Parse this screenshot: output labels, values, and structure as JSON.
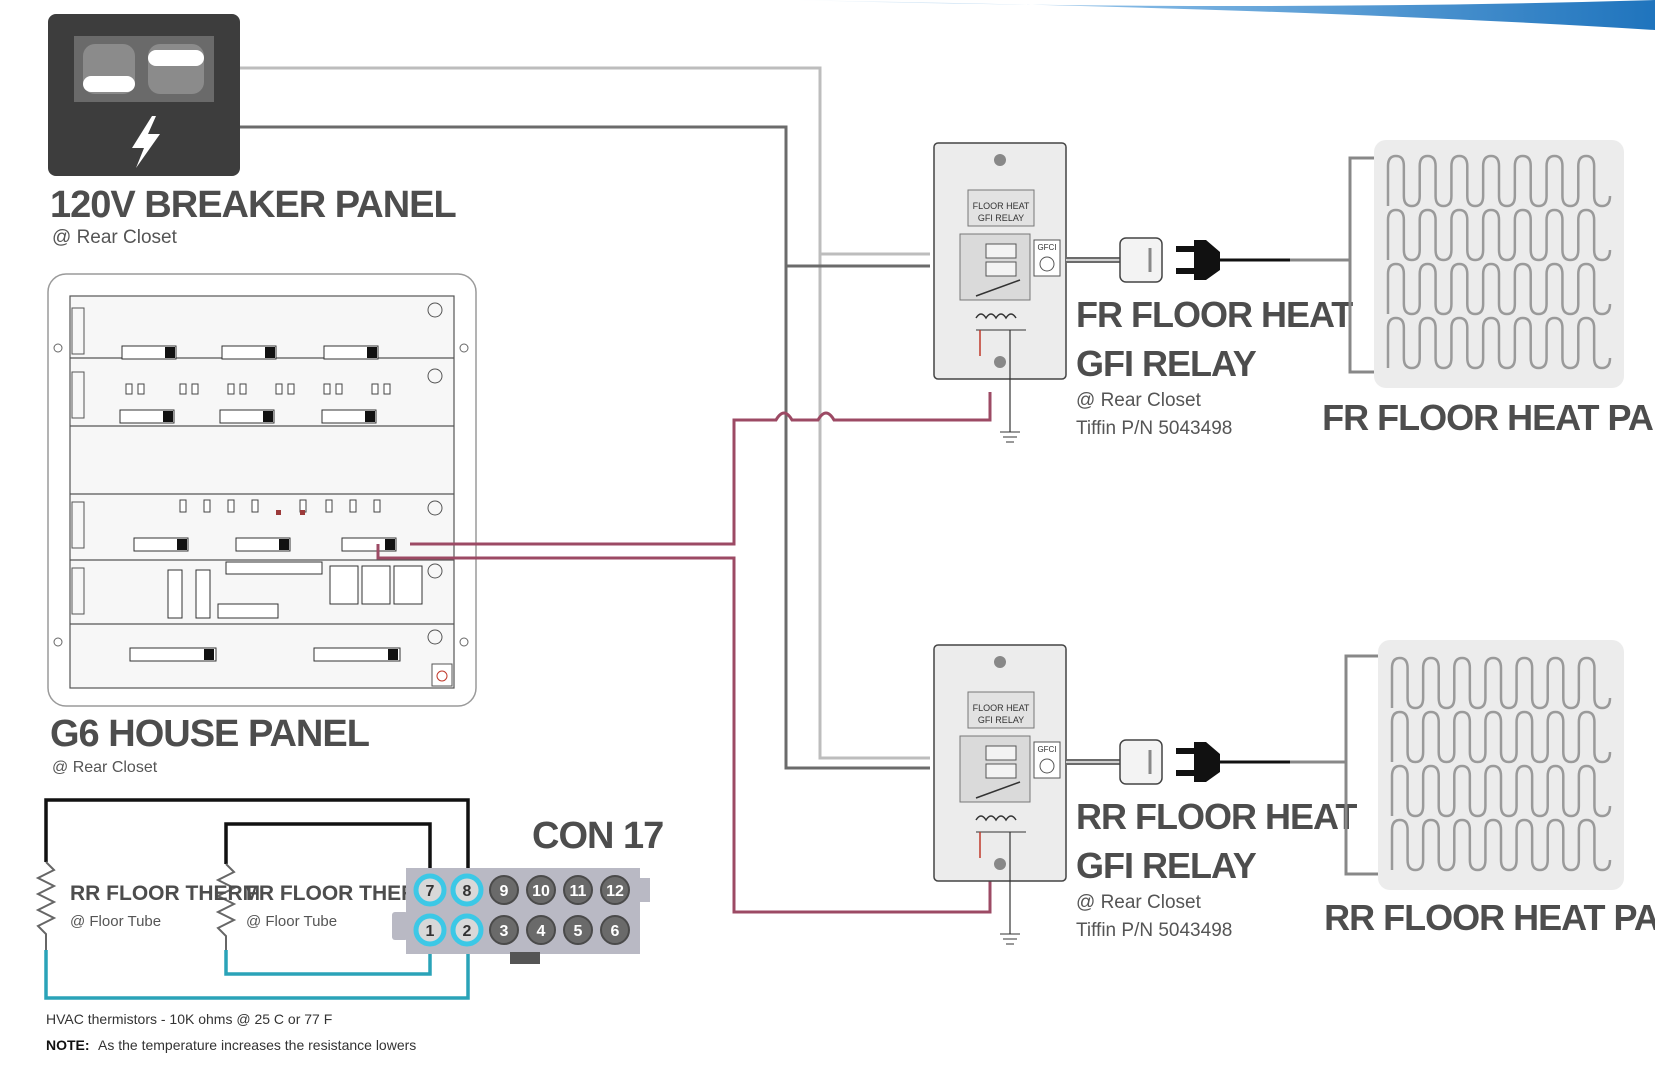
{
  "breaker_panel": {
    "title": "120V BREAKER PANEL",
    "location": "@ Rear Closet"
  },
  "house_panel": {
    "title": "G6 HOUSE PANEL",
    "location": "@ Rear Closet"
  },
  "connector": {
    "title": "CON 17",
    "top_pins": [
      "7",
      "8",
      "9",
      "10",
      "11",
      "12"
    ],
    "bottom_pins": [
      "1",
      "2",
      "3",
      "4",
      "5",
      "6"
    ]
  },
  "thermistors": [
    {
      "title": "RR FLOOR THERM",
      "location": "@ Floor Tube"
    },
    {
      "title": "FR FLOOR THERM",
      "location": "@ Floor Tube"
    }
  ],
  "relays": [
    {
      "line1": "FR FLOOR HEAT",
      "line2": "GFI RELAY",
      "location": "@ Rear Closet",
      "part": "Tiffin P/N 5043498",
      "face_line1": "FLOOR HEAT",
      "face_line2": "GFI RELAY",
      "gfci": "GFCI"
    },
    {
      "line1": "RR FLOOR HEAT",
      "line2": "GFI RELAY",
      "location": "@ Rear Closet",
      "part": "Tiffin P/N 5043498",
      "face_line1": "FLOOR HEAT",
      "face_line2": "GFI RELAY",
      "gfci": "GFCI"
    }
  ],
  "heat_pads": [
    {
      "title": "FR FLOOR HEAT PAD"
    },
    {
      "title": "RR FLOOR HEAT PAD"
    }
  ],
  "notes": {
    "line1": "HVAC thermistors - 10K ohms @ 25 C or 77 F",
    "note_label": "NOTE:",
    "line2": "As the temperature increases the resistance lowers"
  },
  "colors": {
    "hot_wire": "#6b6b6b",
    "neutral_wire": "#bdbdbd",
    "signal_wire": "#9c4a64",
    "therm_black": "#111111",
    "therm_blue": "#2aa3b8",
    "pin_highlight": "#3cc8e6",
    "accent_swoosh": "#2e86c8"
  }
}
